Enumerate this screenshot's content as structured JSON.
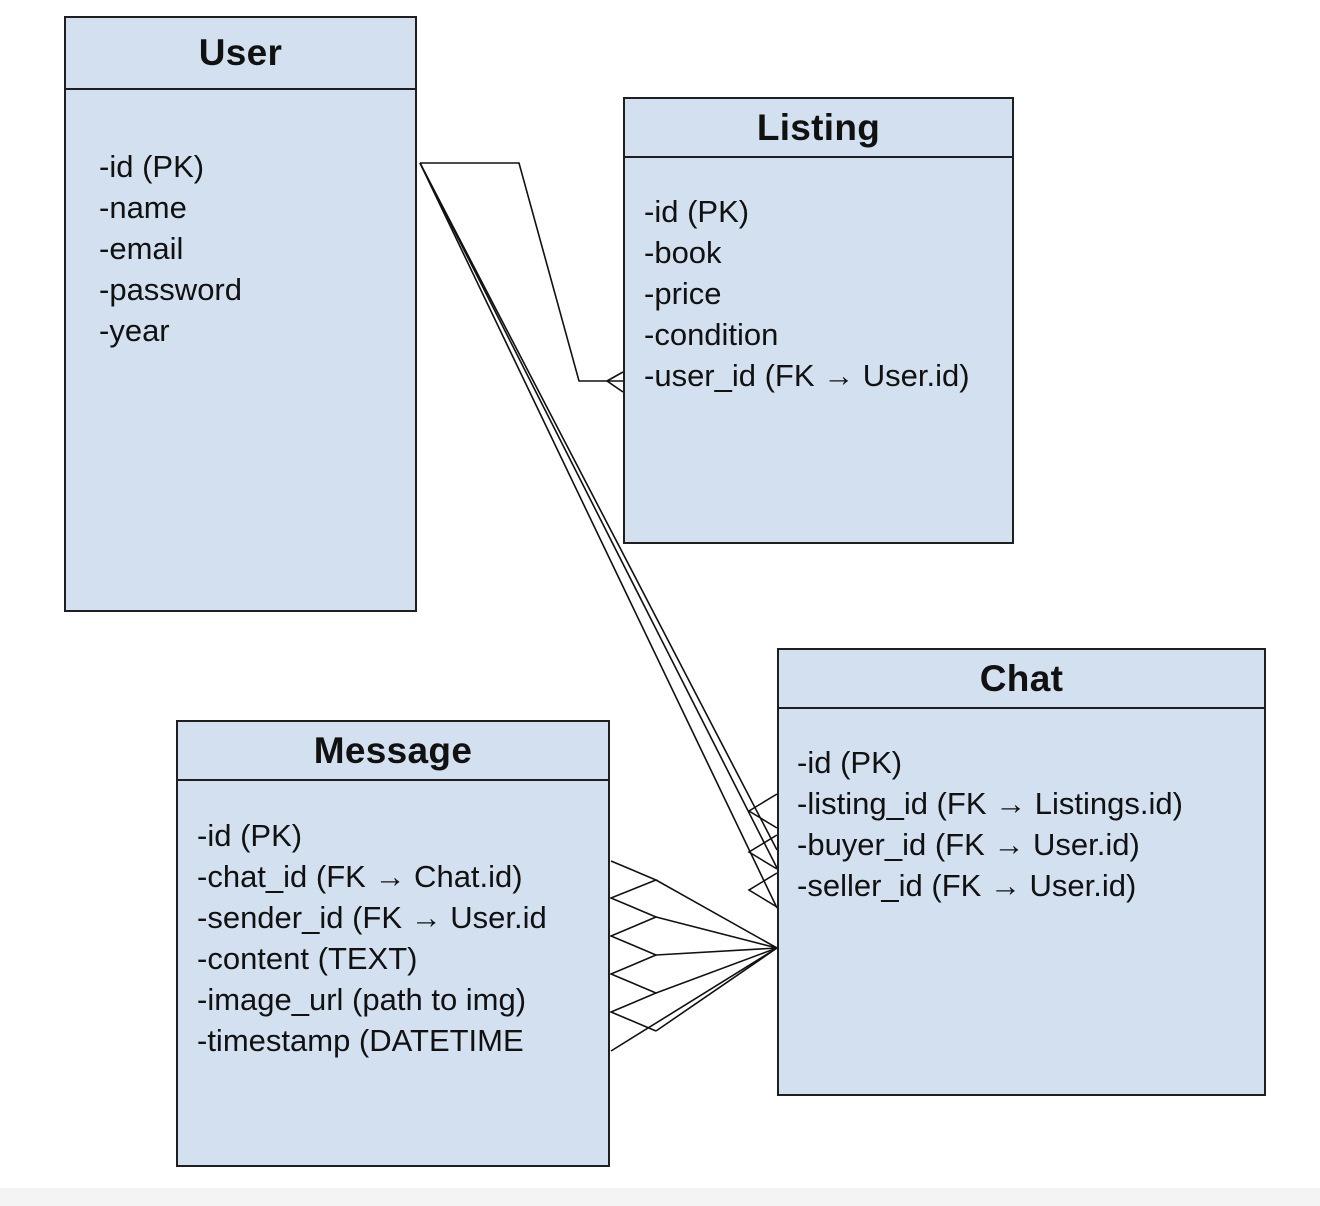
{
  "diagram": {
    "entities": {
      "user": {
        "title": "User",
        "attributes": [
          "-id (PK)",
          "-name",
          "-email",
          "-password",
          "-year"
        ]
      },
      "listing": {
        "title": "Listing",
        "attributes": [
          "-id (PK)",
          "-book",
          "-price",
          "-condition",
          "-user_id (FK → User.id)"
        ]
      },
      "chat": {
        "title": "Chat",
        "attributes": [
          "-id (PK)",
          "-listing_id (FK → Listings.id)",
          "-buyer_id (FK → User.id)",
          "-seller_id (FK → User.id)"
        ]
      },
      "message": {
        "title": "Message",
        "attributes": [
          "-id (PK)",
          "-chat_id (FK → Chat.id)",
          "-sender_id (FK → User.id",
          "-content (TEXT)",
          "-image_url (path to img)",
          "-timestamp (DATETIME"
        ]
      }
    },
    "colors": {
      "entity_fill": "#d3e0ef",
      "stroke": "#1f1f1f",
      "background": "#ffffff"
    },
    "relationships": [
      {
        "from": "User",
        "to": "Listing",
        "cardinality": "one-to-many"
      },
      {
        "from": "User",
        "to": "Chat",
        "cardinality": "one-to-many"
      },
      {
        "from": "Chat",
        "to": "Message",
        "cardinality": "one-to-many"
      }
    ]
  }
}
